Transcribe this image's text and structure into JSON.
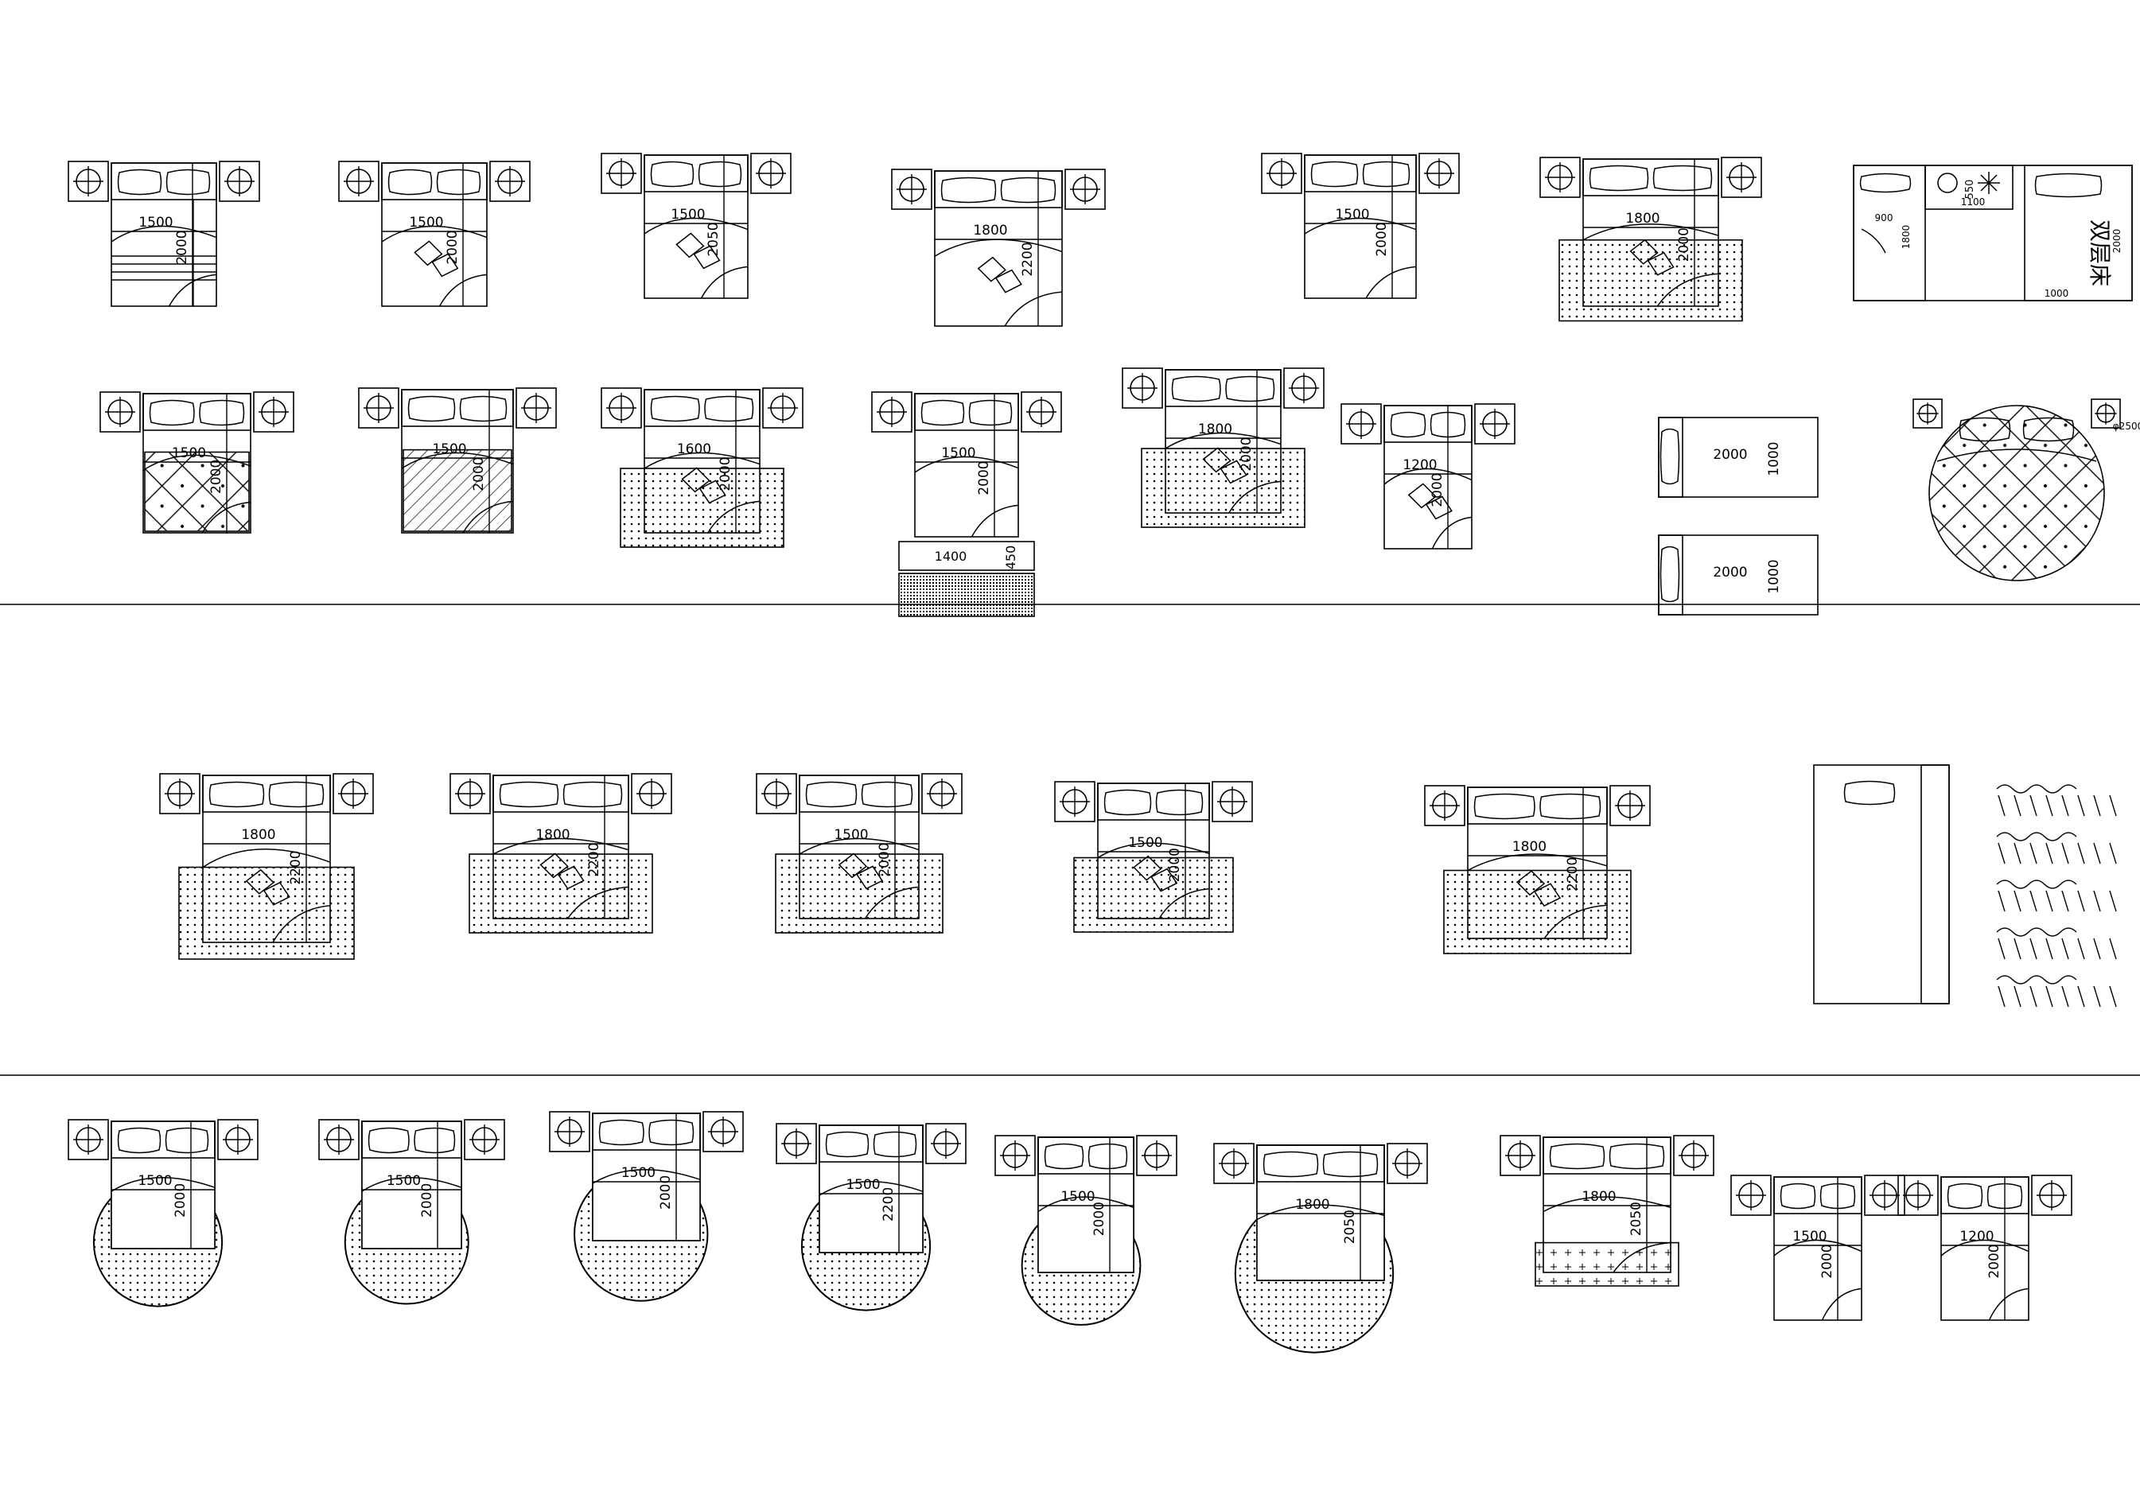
{
  "colors": {
    "line": "#000000",
    "background": "#ffffff"
  },
  "blocks": [
    {
      "id": "r1-1",
      "kind": "bed",
      "w": "1500",
      "l": "2000",
      "deco": "lines"
    },
    {
      "id": "r1-2",
      "kind": "bed",
      "w": "1500",
      "l": "2000",
      "deco": "pillows"
    },
    {
      "id": "r1-3",
      "kind": "bed",
      "w": "1500",
      "l": "2050",
      "deco": "pillows"
    },
    {
      "id": "r1-4",
      "kind": "bed",
      "w": "1800",
      "l": "2200",
      "deco": "pillows"
    },
    {
      "id": "r1-5",
      "kind": "bed",
      "w": "1500",
      "l": "2000",
      "deco": "none"
    },
    {
      "id": "r1-6",
      "kind": "bed",
      "w": "1800",
      "l": "2000",
      "deco": "rug"
    },
    {
      "id": "r1-7",
      "kind": "bunk",
      "w": "1000",
      "l": "2000",
      "upper_w": "900",
      "upper_l": "1800",
      "shelf": "550",
      "shelf_w": "1100",
      "label": "双层床"
    },
    {
      "id": "r2-1",
      "kind": "bed",
      "w": "1500",
      "l": "2000",
      "deco": "quilt"
    },
    {
      "id": "r2-2",
      "kind": "bed",
      "w": "1500",
      "l": "2000",
      "deco": "hatch"
    },
    {
      "id": "r2-3",
      "kind": "bed",
      "w": "1600",
      "l": "2000",
      "deco": "rug"
    },
    {
      "id": "r2-4",
      "kind": "bed",
      "w": "1500",
      "l": "2000",
      "deco": "bench",
      "bench_w": "1400",
      "bench_l": "450"
    },
    {
      "id": "r2-5",
      "kind": "bed",
      "w": "1800",
      "l": "2000",
      "deco": "rug"
    },
    {
      "id": "r2-6",
      "kind": "bed",
      "w": "1200",
      "l": "2000",
      "deco": "pillows"
    },
    {
      "id": "r2-7",
      "kind": "single_pair",
      "w": "2000",
      "l": "1000"
    },
    {
      "id": "r2-8",
      "kind": "round_bed",
      "label": "φ2500"
    },
    {
      "id": "r3-1",
      "kind": "bed",
      "w": "1800",
      "l": "2200",
      "deco": "rug"
    },
    {
      "id": "r3-2",
      "kind": "bed",
      "w": "1800",
      "l": "2200",
      "deco": "rug"
    },
    {
      "id": "r3-3",
      "kind": "bed",
      "w": "1500",
      "l": "2000",
      "deco": "rug"
    },
    {
      "id": "r3-4",
      "kind": "bed",
      "w": "1500",
      "l": "2000",
      "deco": "rug"
    },
    {
      "id": "r3-5",
      "kind": "bed",
      "w": "1800",
      "l": "2200",
      "deco": "rug"
    },
    {
      "id": "r3-6",
      "kind": "wardrobe"
    },
    {
      "id": "r4-1",
      "kind": "bed",
      "w": "1500",
      "l": "2000",
      "deco": "round_rug"
    },
    {
      "id": "r4-2",
      "kind": "bed",
      "w": "1500",
      "l": "2000",
      "deco": "round_rug"
    },
    {
      "id": "r4-3",
      "kind": "bed",
      "w": "1500",
      "l": "2000",
      "deco": "round_rug"
    },
    {
      "id": "r4-4",
      "kind": "bed",
      "w": "1500",
      "l": "2200",
      "deco": "round_rug"
    },
    {
      "id": "r4-5",
      "kind": "bed",
      "w": "1500",
      "l": "2000",
      "deco": "round_rug"
    },
    {
      "id": "r4-6",
      "kind": "bed",
      "w": "1800",
      "l": "2050",
      "deco": "round_rug"
    },
    {
      "id": "r4-7",
      "kind": "bed",
      "w": "1800",
      "l": "2050",
      "deco": "rect_rug"
    },
    {
      "id": "r4-8",
      "kind": "bed",
      "w": "1500",
      "l": "2000",
      "deco": "none"
    },
    {
      "id": "r4-9",
      "kind": "bed",
      "w": "1200",
      "l": "2000",
      "deco": "none"
    }
  ]
}
